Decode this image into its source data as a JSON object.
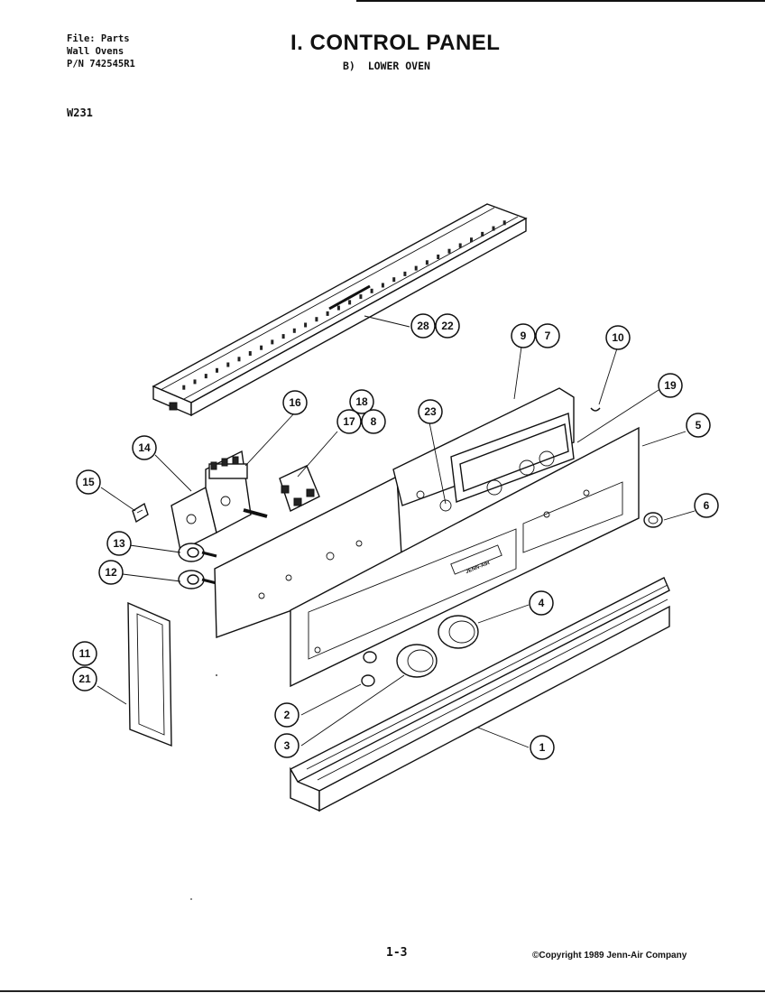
{
  "header": {
    "file_info": [
      "File: Parts",
      "Wall Ovens",
      "P/N 742545R1"
    ],
    "model": "W231",
    "title": "I. CONTROL PANEL",
    "subtitle": "B)  LOWER OVEN"
  },
  "footer": {
    "page_number": "1-3",
    "copyright": "©Copyright 1989 Jenn-Air Company"
  },
  "diagram": {
    "panel_logo": "JENN-AIR",
    "callouts": [
      {
        "id": "c28",
        "label": "28"
      },
      {
        "id": "c22",
        "label": "22"
      },
      {
        "id": "c9",
        "label": "9"
      },
      {
        "id": "c7",
        "label": "7"
      },
      {
        "id": "c10",
        "label": "10"
      },
      {
        "id": "c19",
        "label": "19"
      },
      {
        "id": "c5",
        "label": "5"
      },
      {
        "id": "c6",
        "label": "6"
      },
      {
        "id": "c16",
        "label": "16"
      },
      {
        "id": "c18",
        "label": "18"
      },
      {
        "id": "c17",
        "label": "17"
      },
      {
        "id": "c8",
        "label": "8"
      },
      {
        "id": "c23",
        "label": "23"
      },
      {
        "id": "c14",
        "label": "14"
      },
      {
        "id": "c15",
        "label": "15"
      },
      {
        "id": "c13",
        "label": "13"
      },
      {
        "id": "c12",
        "label": "12"
      },
      {
        "id": "c11",
        "label": "11"
      },
      {
        "id": "c21",
        "label": "21"
      },
      {
        "id": "c4",
        "label": "4"
      },
      {
        "id": "c2",
        "label": "2"
      },
      {
        "id": "c3",
        "label": "3"
      },
      {
        "id": "c1",
        "label": "1"
      }
    ]
  }
}
